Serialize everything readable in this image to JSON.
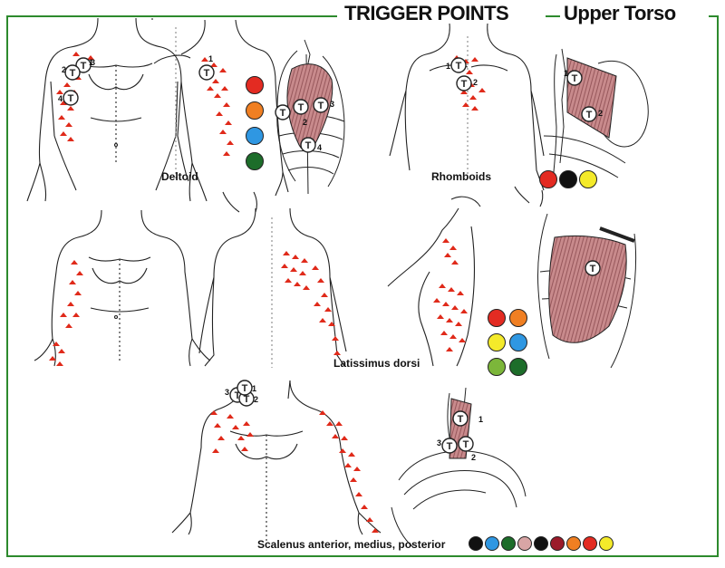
{
  "header": {
    "title": "TRIGGER POINTS",
    "subtitle": "Upper Torso"
  },
  "panels": {
    "deltoid": {
      "caption": "Deltoid",
      "points": [
        "1",
        "2",
        "3",
        "4",
        "1",
        "2",
        "3",
        "4"
      ],
      "colors": [
        "#e32b22",
        "#f07f22",
        "#2f97e2",
        "#1d6d2a"
      ]
    },
    "rhomboids": {
      "caption": "Rhomboids",
      "points": [
        "1",
        "2",
        "1",
        "2"
      ],
      "colors": [
        "#e32b22",
        "#111111",
        "#f4ea2a"
      ]
    },
    "latissimus": {
      "caption": "Latissimus dorsi",
      "colors": [
        "#e32b22",
        "#f07f22",
        "#f4ea2a",
        "#2f97e2",
        "#7cb63a",
        "#1d6d2a"
      ]
    },
    "scalenus": {
      "caption": "Scalenus anterior, medius, posterior",
      "points": [
        "3",
        "2",
        "1",
        "1",
        "2",
        "3"
      ],
      "colors": [
        "#111111",
        "#2f97e2",
        "#1d6d2a",
        "#d8a5a5",
        "#111111",
        "#9b1b2a",
        "#f07f22",
        "#e32b22",
        "#f4ea2a"
      ]
    }
  },
  "styles": {
    "pain_color": "#e02a1a",
    "muscle_color": "#c88a8c",
    "line_color": "#222222",
    "border_color": "#2d8a2d"
  },
  "icons": [
    "trigger-point-marker"
  ]
}
